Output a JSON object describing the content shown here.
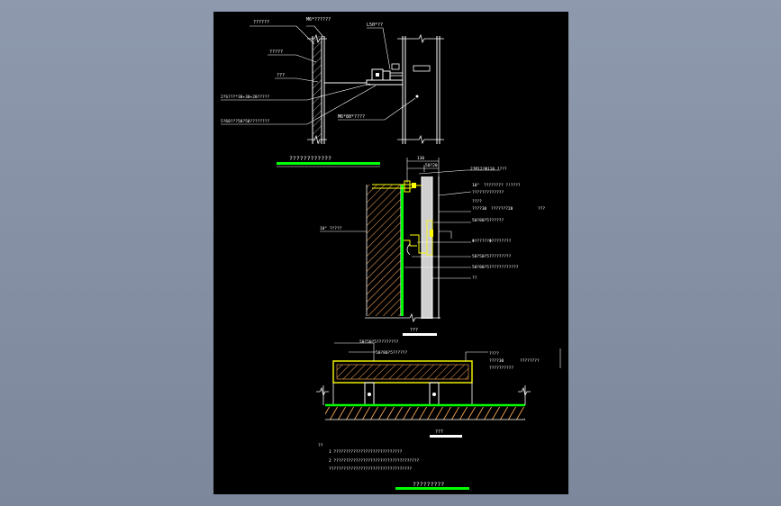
{
  "colors": {
    "background": "#8e99ad",
    "sheet": "#000000",
    "line": "#ffffff",
    "green": "#00ff00",
    "yellow": "#ffff00",
    "hatch": "#ffaa55"
  },
  "detail1": {
    "labels": {
      "top_left": "??????",
      "bolt_top": "M6*??????",
      "angle_top": "L50*??",
      "left_2": "?????",
      "left_3": "???",
      "left_4": "2?S???*30+30+20?????",
      "left_5": "5?60???50?50????????",
      "bolt_bottom": "M6*80*????"
    },
    "title": "????????????"
  },
  "detail2": {
    "dim_total": "130",
    "dim_part": "50?20",
    "labels": {
      "r1": "2?M12?Φ110   ????",
      "r2a": "10°",
      "r2b": "????????   ?!????",
      "r3": "?????????????",
      "r4": "????",
      "r5a": "????30",
      "r5b": "???????20",
      "r5c": "???",
      "r6": "50?80?5??????",
      "r7": "Φ??????Φ????????",
      "r8": "50?50?5?????????",
      "r9": "50?80?5????????????",
      "r10": "??",
      "left": "10°   ?????"
    },
    "title": "???"
  },
  "detail3": {
    "labels": {
      "l1": "50?50?5?????????",
      "l2": "50?80?5??????",
      "r1": "????",
      "r2a": "????30",
      "r2b": "????????",
      "r3": "??????????"
    },
    "title": "???"
  },
  "notes": {
    "heading": "??",
    "n1": "1   ????????????????????????????",
    "n2": "2   ???????????????????????????????????",
    "n3": "    ??????????????????????????????????"
  },
  "sheet_title": "?????????"
}
